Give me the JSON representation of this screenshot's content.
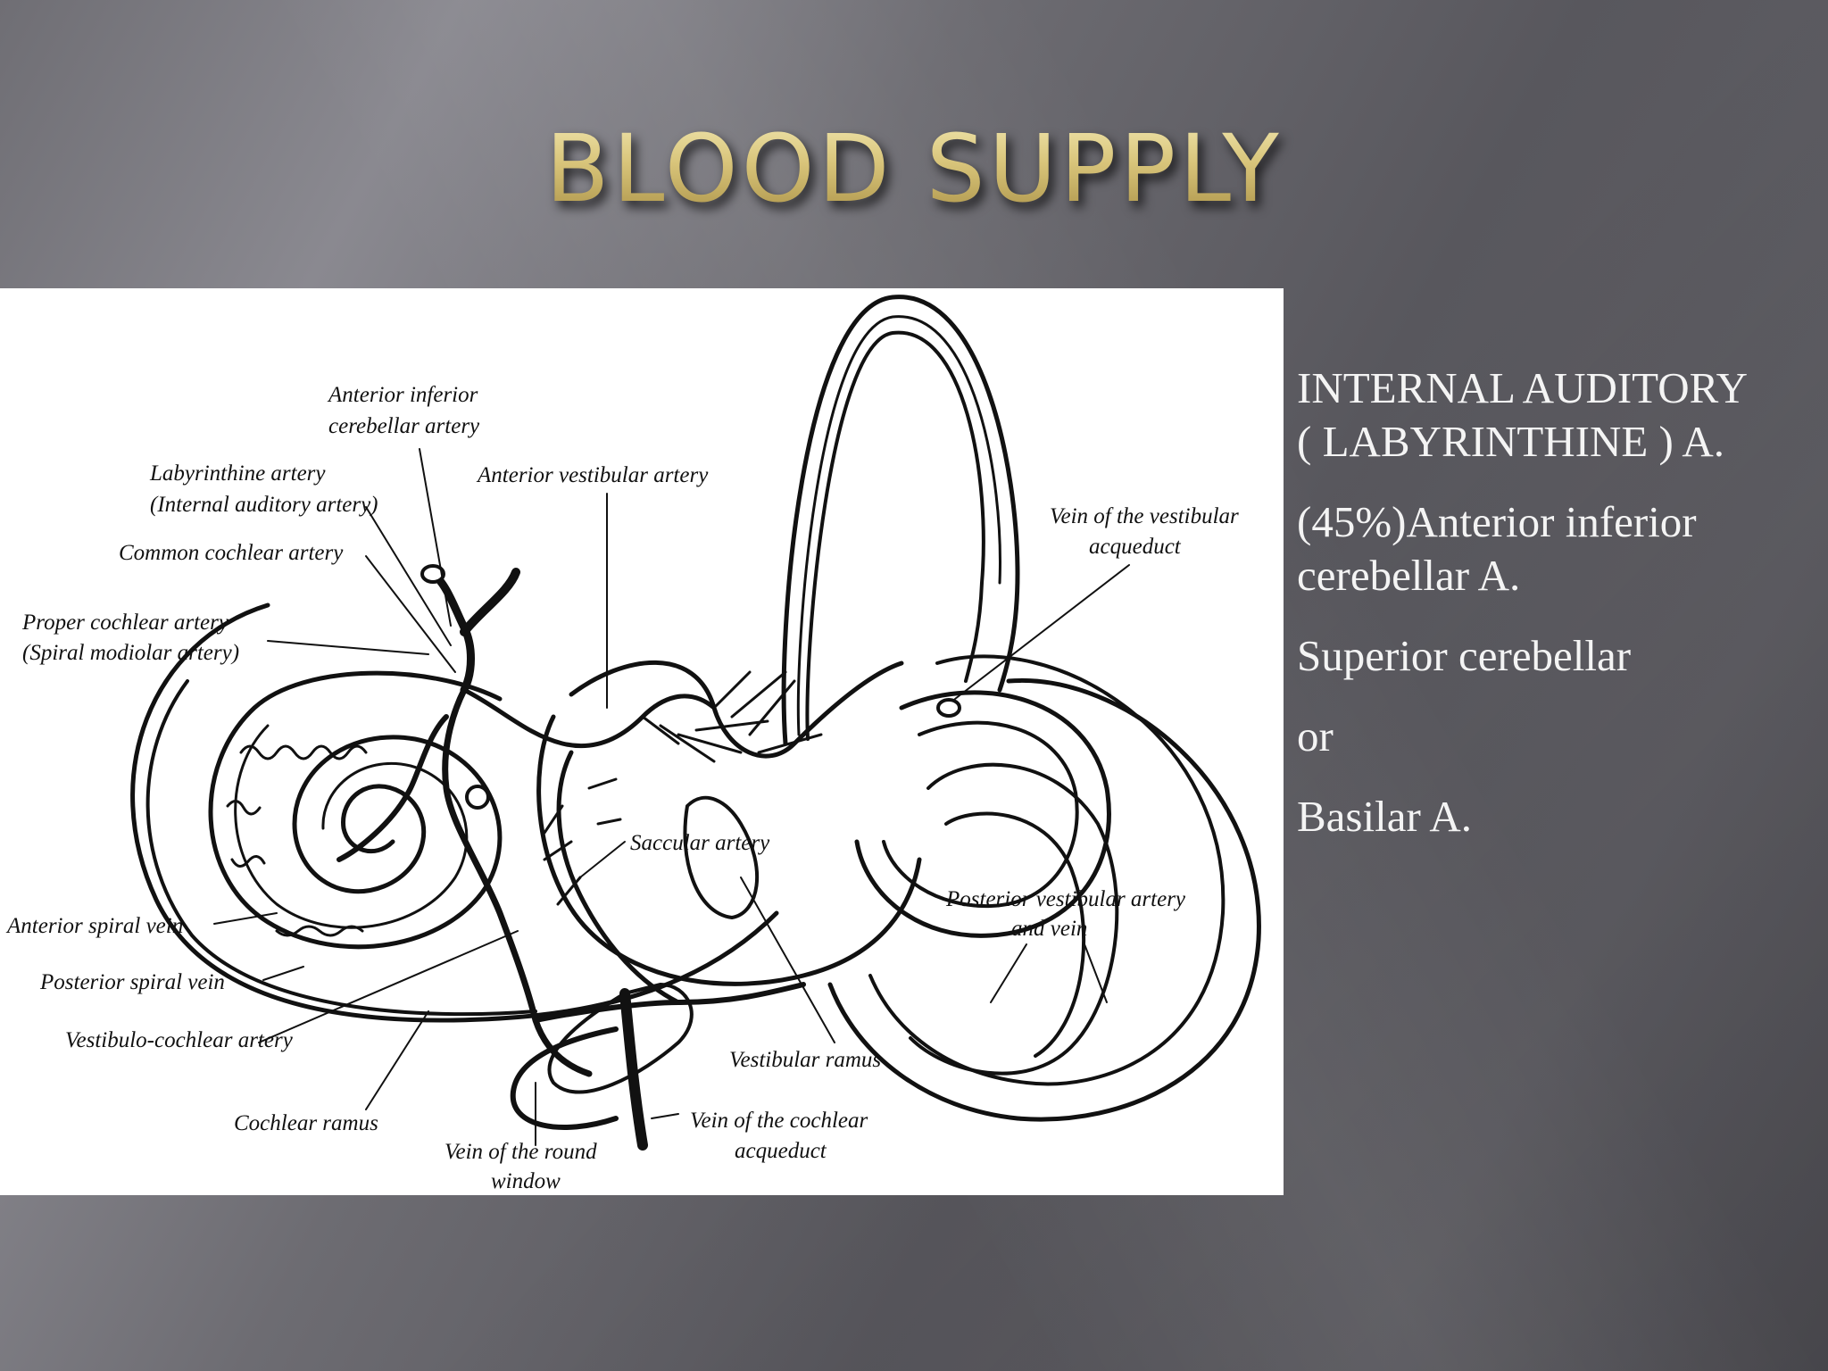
{
  "slide": {
    "title": "BLOOD SUPPLY",
    "side_text": {
      "line1": "INTERNAL AUDITORY",
      "line2": "( LABYRINTHINE ) A.",
      "line3": "(45%)Anterior inferior",
      "line4": "cerebellar A.",
      "line5": "Superior cerebellar",
      "line6": "or",
      "line7": "Basilar A."
    }
  },
  "diagram": {
    "labels": {
      "aica_1": "Anterior inferior",
      "aica_2": "cerebellar artery",
      "labyrinthine_1": "Labyrinthine artery",
      "labyrinthine_2": "(Internal auditory artery)",
      "ant_vestibular": "Anterior vestibular artery",
      "common_cochlear": "Common cochlear artery",
      "proper_cochlear_1": "Proper cochlear artery",
      "proper_cochlear_2": "(Spiral modiolar artery)",
      "vein_vest_aq_1": "Vein of the vestibular",
      "vein_vest_aq_2": "acqueduct",
      "saccular": "Saccular artery",
      "ant_spiral_vein": "Anterior spiral vein",
      "post_spiral_vein": "Posterior spiral vein",
      "vestibulo_cochlear": "Vestibulo-cochlear artery",
      "post_vestibular_1": "Posterior vestibular artery",
      "post_vestibular_2": "and vein",
      "vestibular_ramus": "Vestibular ramus",
      "cochlear_ramus": "Cochlear ramus",
      "vein_round_1": "Vein of the round",
      "vein_round_2": "window",
      "vein_cochlear_aq_1": "Vein of the cochlear",
      "vein_cochlear_aq_2": "acqueduct"
    }
  }
}
